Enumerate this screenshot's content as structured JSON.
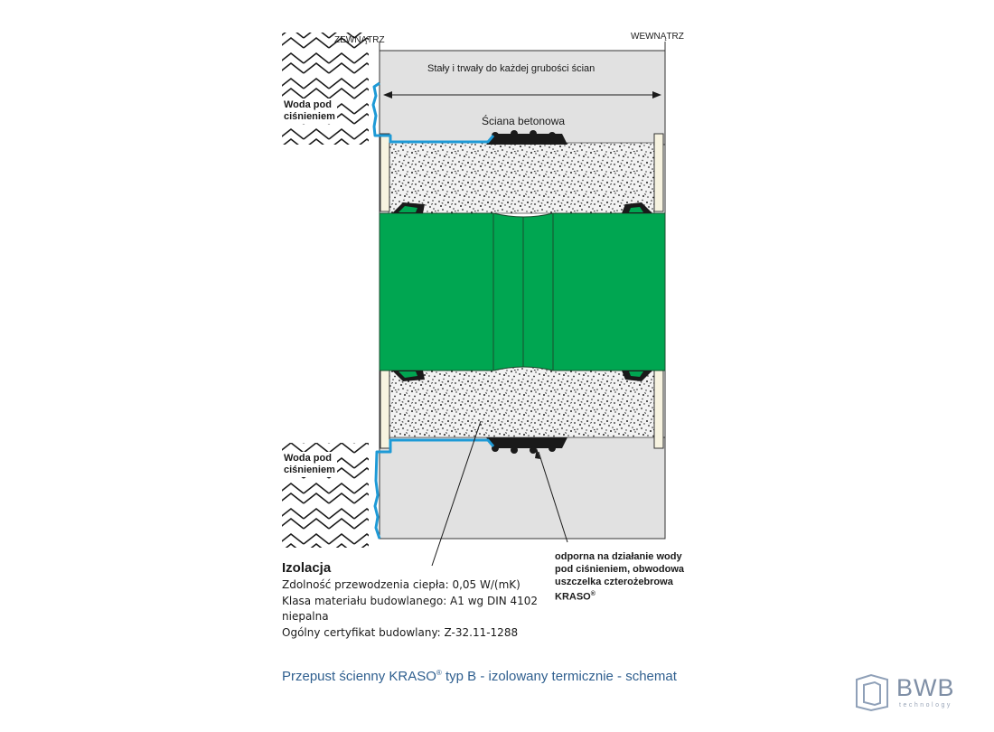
{
  "labels": {
    "outside": "ZEWNĄTRZ",
    "inside": "WEWNĄTRZ",
    "thickness": "Stały i trwały do każdej grubości ścian",
    "wall": "Ściana betonowa",
    "water_top_line1": "Woda pod",
    "water_top_line2": "ciśnieniem",
    "water_bottom_line1": "Woda pod",
    "water_bottom_line2": "ciśnieniem"
  },
  "insulation": {
    "title": "Izolacja",
    "lines": [
      "Zdolność przewodzenia ciepła: 0,05 W/(mK)",
      "Klasa materiału budowlanego: A1 wg DIN 4102",
      "niepalna",
      "Ogólny certyfikat budowlany: Z-32.11-1288"
    ]
  },
  "seal_note": {
    "line1": "odporna na działanie wody",
    "line2": "pod ciśnieniem, obwodowa",
    "line3": "uszczelka czterożebrowa",
    "line4": "KRASO",
    "line4_mark": "®"
  },
  "caption": {
    "before": "Przepust ścienny KRASO",
    "mark": "®",
    "after": " typ B - izolowany termicznie - schemat"
  },
  "logo": {
    "name": "BWB",
    "sub": "technology"
  },
  "colors": {
    "wall": "#e1e1e1",
    "pipe": "#00a651",
    "water_line": "#1e9ad6",
    "insulation": "#f2f2f2",
    "seal": "#1a1a1a",
    "caption": "#2f5f8f"
  }
}
